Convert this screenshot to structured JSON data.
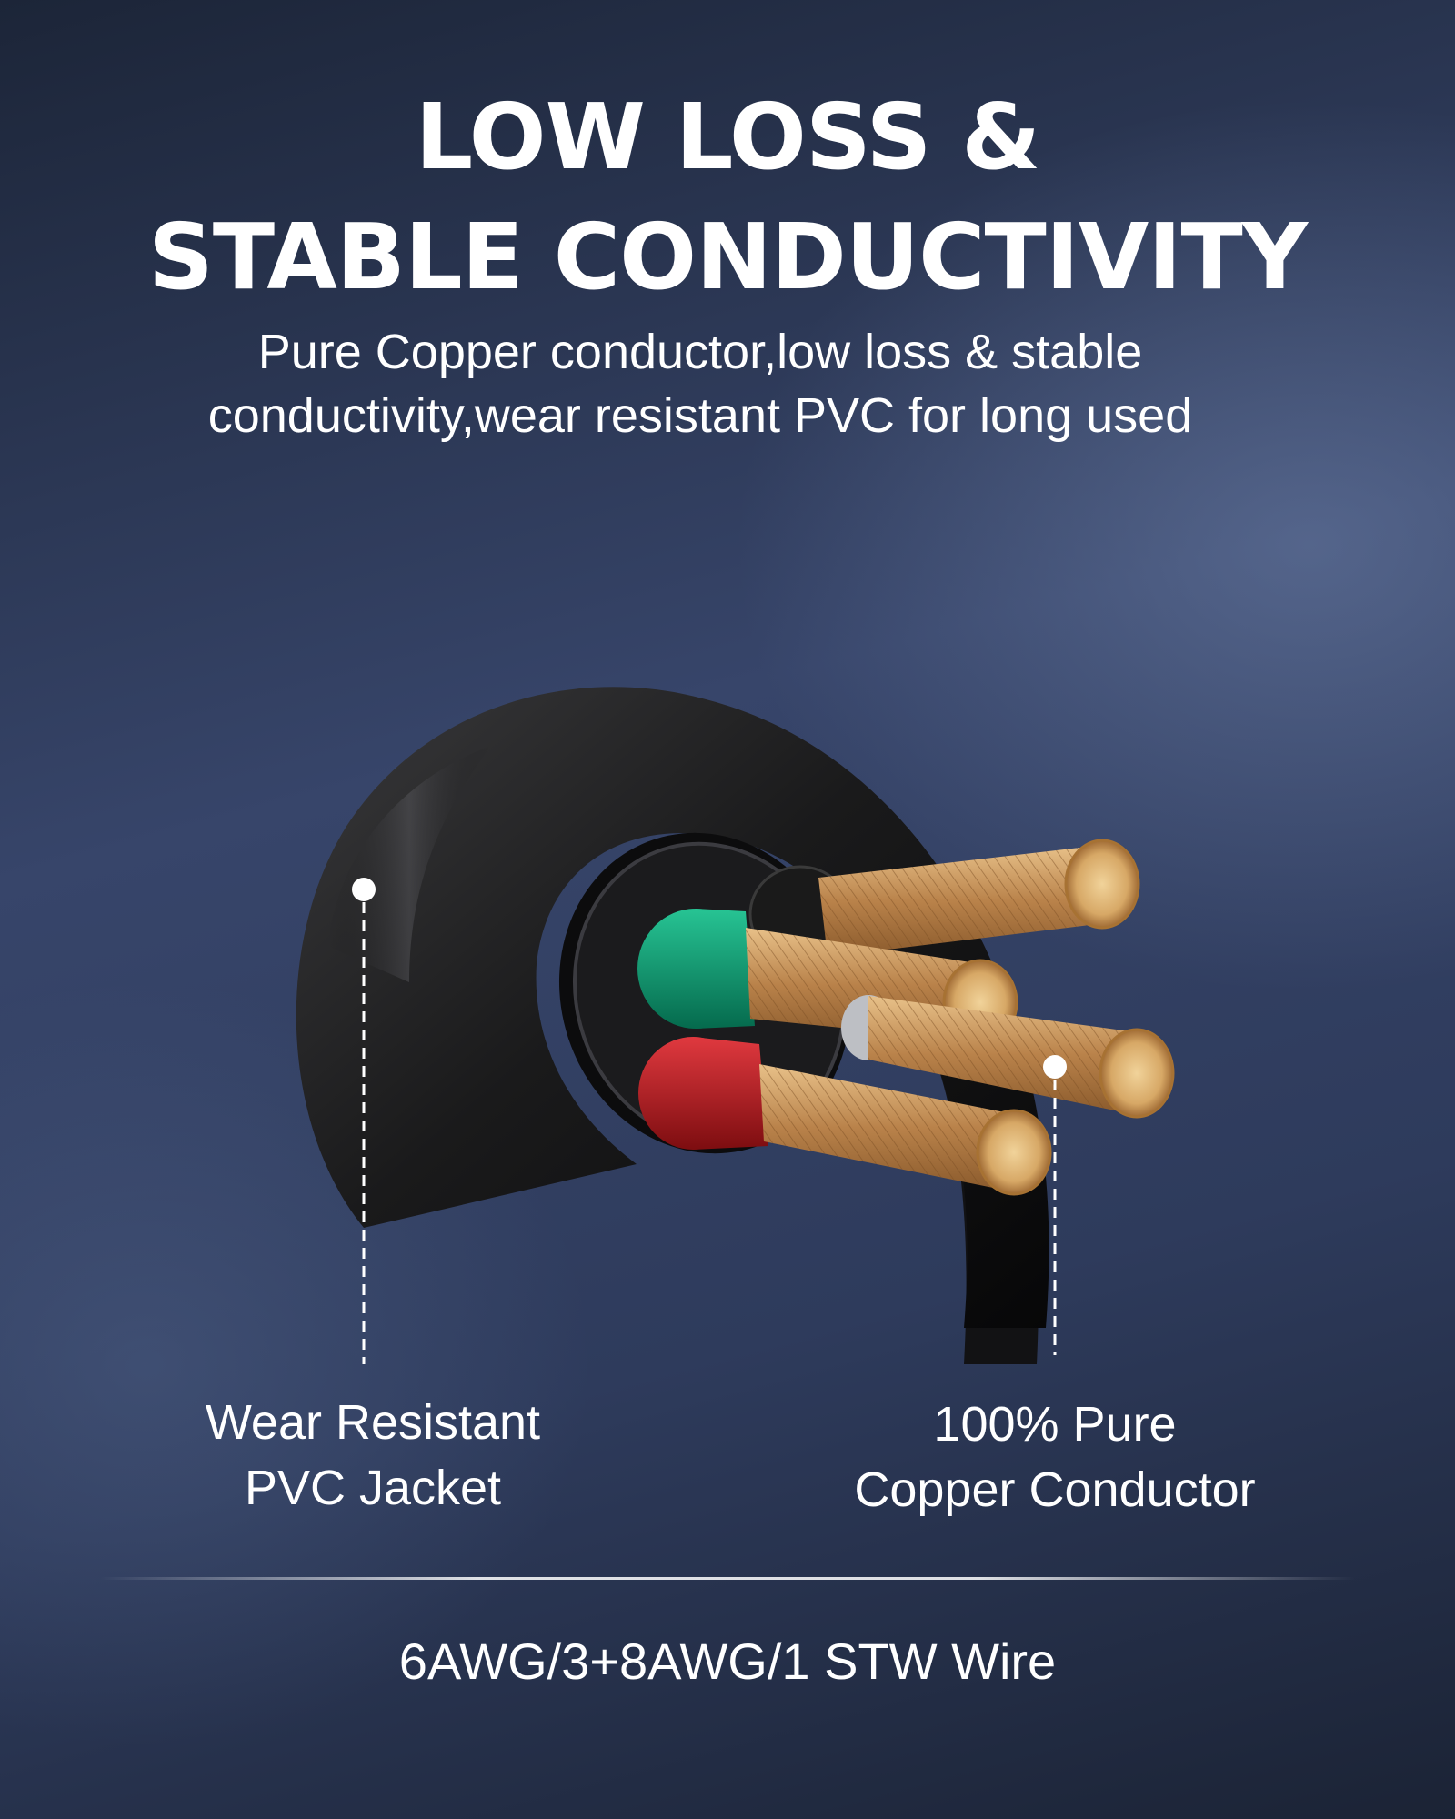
{
  "headline": {
    "line1": "LOW LOSS &",
    "line2": "STABLE CONDUCTIVITY"
  },
  "subheadline": {
    "line1": "Pure Copper conductor,low loss & stable",
    "line2": "conductivity,wear resistant PVC for long used"
  },
  "callouts": {
    "jacket": {
      "line1": "Wear Resistant",
      "line2": "PVC Jacket"
    },
    "conductor": {
      "line1": "100% Pure",
      "line2": "Copper Conductor"
    }
  },
  "spec_text": "6AWG/3+8AWG/1 STW Wire",
  "colors": {
    "background": "#2e3b5c",
    "jacket": "#111111",
    "copper": "#c9955a",
    "green_insulation": "#0f9a73",
    "red_insulation": "#b1161c",
    "text": "#ffffff"
  }
}
